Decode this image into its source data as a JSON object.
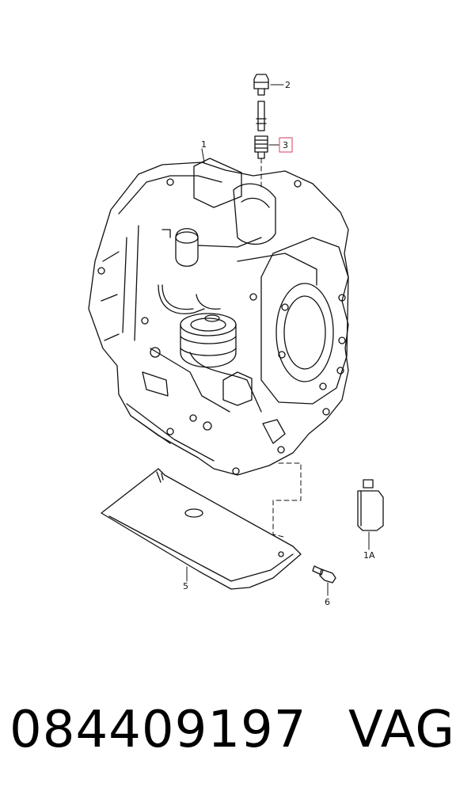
{
  "callouts": {
    "c1": "1",
    "c2": "2",
    "c3": "3",
    "c5": "5",
    "c6": "6",
    "c1a": "1A"
  },
  "highlight_color": "#e0607a",
  "footer": {
    "part_number": "084409197",
    "brand": "VAG"
  }
}
